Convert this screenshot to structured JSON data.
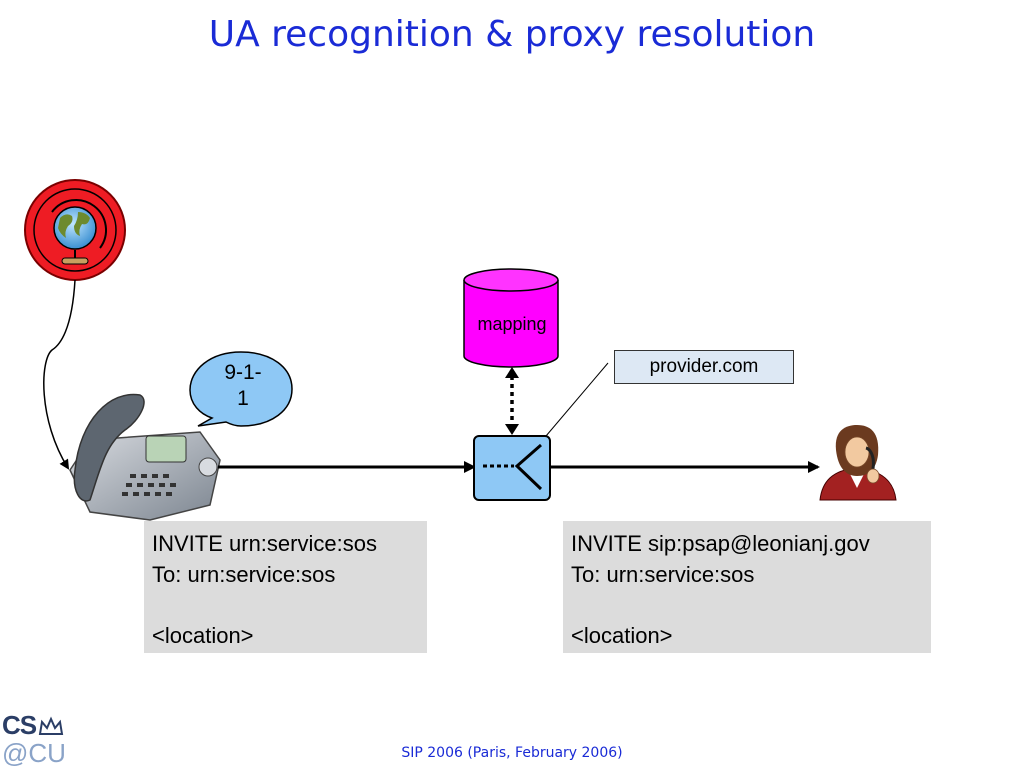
{
  "slide": {
    "title": "UA recognition & proxy resolution",
    "footer": "SIP 2006 (Paris, February 2006)"
  },
  "bubble": {
    "text_line1": "9-1-",
    "text_line2": "1"
  },
  "database": {
    "label": "mapping"
  },
  "proxy": {
    "label": "provider.com"
  },
  "left_message": {
    "line1": "INVITE urn:service:sos",
    "line2": "To: urn:service:sos",
    "line3": "",
    "line4": "<location>"
  },
  "right_message": {
    "line1": "INVITE sip:psap@leonianj.gov",
    "line2": "To: urn:service:sos",
    "line3": "",
    "line4": "<location>"
  },
  "logo": {
    "cs": "CS",
    "cu": "@CU"
  },
  "icons": {
    "location": "globe-icon",
    "phone": "desk-phone-icon",
    "proxy": "router-icon",
    "callee": "operator-person-icon"
  },
  "colors": {
    "title": "#1a2bd6",
    "database": "#ff00ff",
    "proxy_box": "#8ec8f5",
    "message_box": "#dcdcdc",
    "location_ring": "#ee1c24"
  }
}
